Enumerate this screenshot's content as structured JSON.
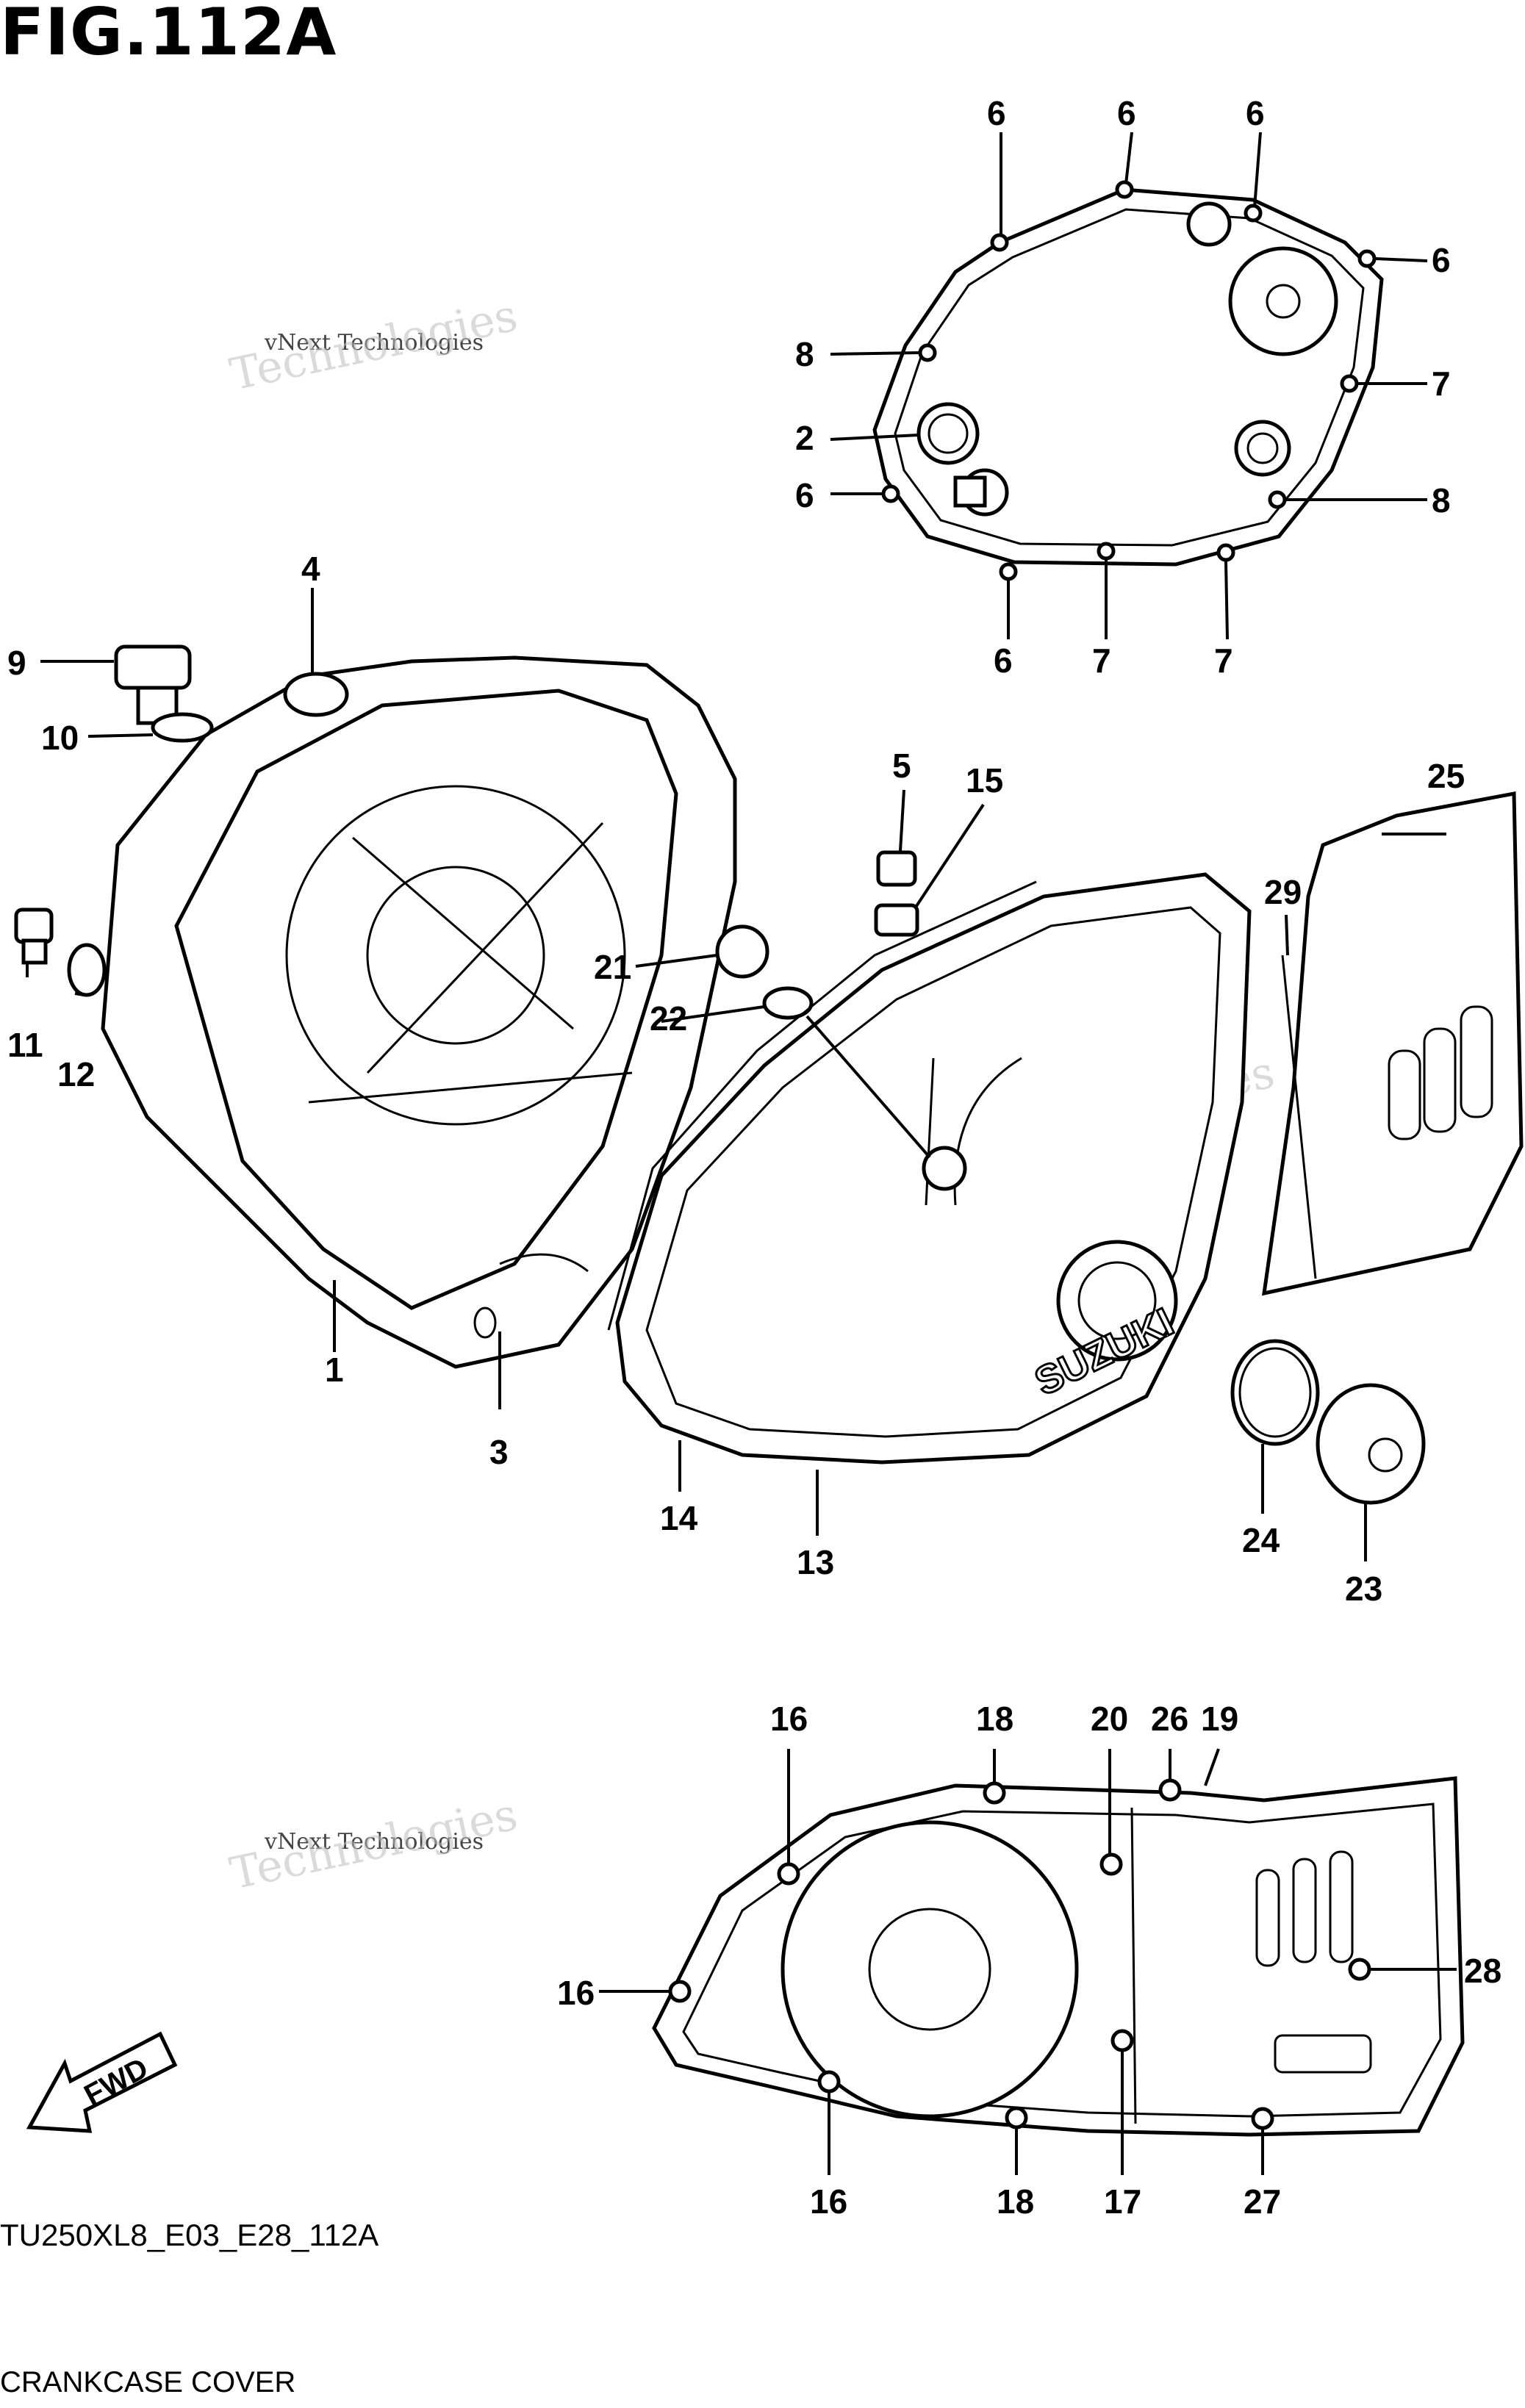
{
  "figure": {
    "title": "FIG.112A",
    "code": "TU250XL8_E03_E28_112A",
    "caption": "CRANKCASE COVER"
  },
  "watermark": {
    "line1": "vNext Technologies",
    "line2": "Technologies"
  },
  "fwd_label": "FWD",
  "brand_mark": "SUZUKI",
  "callouts": [
    "6",
    "6",
    "6",
    "6",
    "8",
    "2",
    "6",
    "7",
    "8",
    "6",
    "7",
    "7",
    "4",
    "9",
    "10",
    "11",
    "12",
    "5",
    "15",
    "21",
    "22",
    "25",
    "29",
    "1",
    "3",
    "14",
    "13",
    "24",
    "23",
    "16",
    "18",
    "20",
    "26",
    "19",
    "16",
    "28",
    "16",
    "18",
    "17",
    "27"
  ]
}
